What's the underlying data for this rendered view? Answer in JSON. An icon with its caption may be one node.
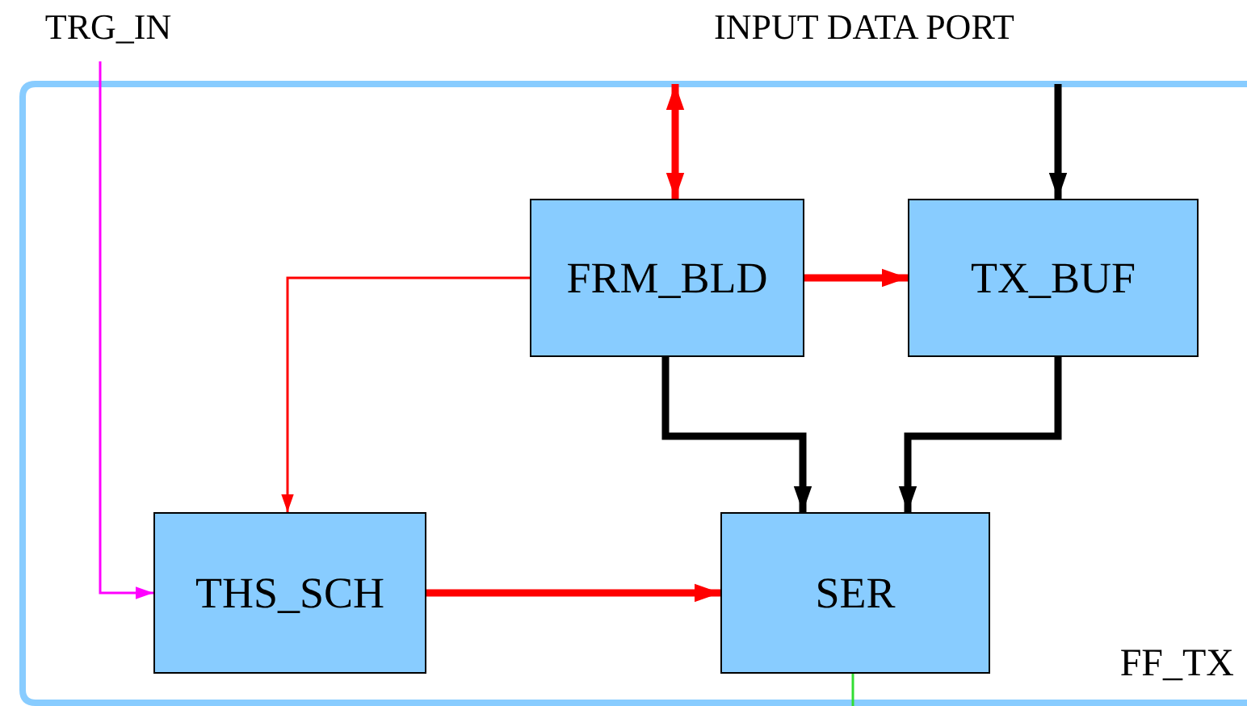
{
  "diagram": {
    "nodes": [
      {
        "text": [
          "TRG_IN"
        ]
      },
      {
        "text": [
          "INPUT DATA PORT"
        ]
      },
      {
        "text": [
          "FF_TX"
        ]
      },
      {
        "text": [
          "FRM_BLD"
        ],
        "in": 2
      },
      {
        "text": [
          "TX_BUF"
        ],
        "in": 2
      },
      {
        "text": [
          "THS_SCH"
        ],
        "in": 2
      },
      {
        "text": [
          "SER"
        ],
        "in": 2
      }
    ],
    "edges": [
      {
        "from": 0,
        "to": 5,
        "arrow": "to",
        "color": "#ff00ff"
      },
      {
        "from": 1,
        "to": 3,
        "arrow": "both",
        "color": "#ff0000"
      },
      {
        "from": 1,
        "to": 4,
        "arrow": "to",
        "color": "#000000"
      },
      {
        "from": 3,
        "to": 4,
        "arrow": "to",
        "color": "#ff0000"
      },
      {
        "from": 3,
        "to": 5,
        "arrow": "to",
        "color": "#ff0000"
      },
      {
        "from": 3,
        "to": 6,
        "arrow": "to",
        "color": "#000000"
      },
      {
        "from": 4,
        "to": 6,
        "arrow": "to",
        "color": "#000000"
      },
      {
        "from": 5,
        "to": 6,
        "arrow": "to",
        "color": "#ff0000"
      },
      {
        "from": 6,
        "to": null,
        "arrow": "none",
        "color": "#33dd33"
      }
    ]
  }
}
